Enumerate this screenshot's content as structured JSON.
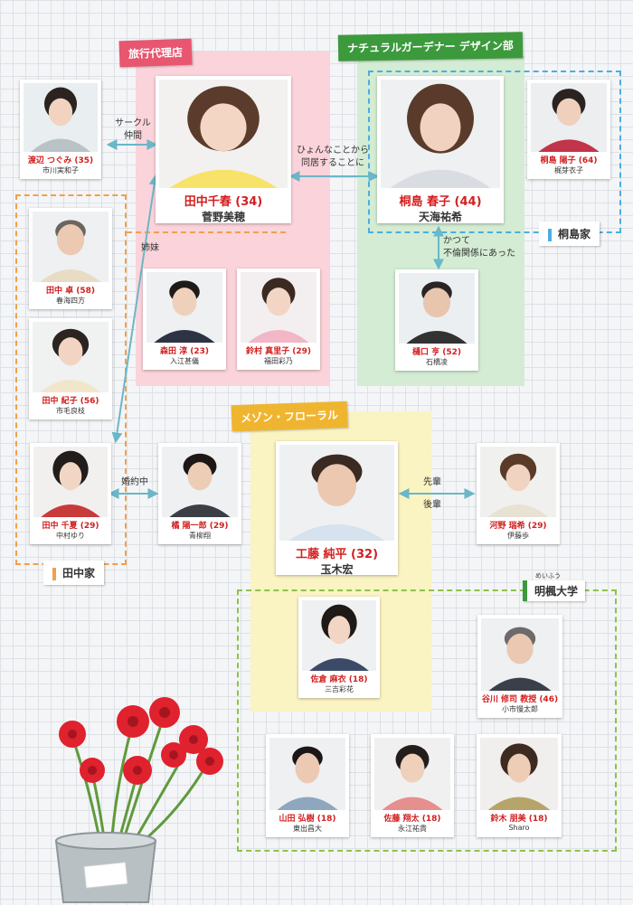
{
  "groups": {
    "travel": "旅行代理店",
    "gardener": "ナチュラルガーデナー デザイン部",
    "maison": "メゾン・フローラル",
    "univ_ruby": "めいふう",
    "univ": "明楓大学",
    "kirishima_family": "桐島家",
    "tanaka_family": "田中家"
  },
  "colors": {
    "pink_region": "#fbd3da",
    "green_region": "#d3ecd3",
    "yellow_region": "#faf3c2",
    "tag_pink": "#e8566f",
    "tag_green": "#3c9a3c",
    "tag_yellow": "#f0b530",
    "dash_orange": "#f0a04e",
    "dash_blue": "#4aaee0",
    "dash_green": "#8bc34a",
    "name_red": "#d31e1e",
    "arrow": "#6ab7c8"
  },
  "relations": {
    "circle": [
      "サークル",
      "仲間"
    ],
    "doukyo": [
      "ひょんなことから",
      "同居することに"
    ],
    "sister": "姉妹",
    "furin": [
      "かつて",
      "不倫関係にあった"
    ],
    "engaged": "婚約中",
    "senpai": "先輩",
    "kouhai": "後輩"
  },
  "people": {
    "watanabe": {
      "role": "渡辺 つぐみ (35)",
      "actor": "市川実和子"
    },
    "haru": {
      "role": "田中千春 (34)",
      "actor": "菅野美穂"
    },
    "haruko": {
      "role": "桐島 春子 (44)",
      "actor": "天海祐希"
    },
    "yoko": {
      "role": "桐島 陽子 (64)",
      "actor": "梶芽衣子"
    },
    "taku": {
      "role": "田中 卓 (58)",
      "actor": "春海四方"
    },
    "noriko": {
      "role": "田中 紀子 (56)",
      "actor": "市毛良枝"
    },
    "morita": {
      "role": "森田 淳 (23)",
      "actor": "入江甚儀"
    },
    "mariko": {
      "role": "鈴村 真里子 (29)",
      "actor": "福田彩乃"
    },
    "higuchi": {
      "role": "樋口 亨 (52)",
      "actor": "石橋凌"
    },
    "chika": {
      "role": "田中 千夏 (29)",
      "actor": "中村ゆり"
    },
    "tachibana": {
      "role": "橘 陽一郎 (29)",
      "actor": "青柳翔"
    },
    "kudo": {
      "role": "工藤 純平 (32)",
      "actor": "玉木宏"
    },
    "kono": {
      "role": "河野 瑞希 (29)",
      "actor": "伊藤歩"
    },
    "sakura": {
      "role": "佐倉 麻衣 (18)",
      "actor": "三吉彩花"
    },
    "tanigawa": {
      "role": "谷川 修司 教授 (46)",
      "actor": "小市慢太郎"
    },
    "yamada": {
      "role": "山田 弘樹 (18)",
      "actor": "東出昌大"
    },
    "sato": {
      "role": "佐藤 翔太 (18)",
      "actor": "永江祐貴"
    },
    "suzuki": {
      "role": "鈴木 朋美 (18)",
      "actor": "Sharo"
    }
  }
}
